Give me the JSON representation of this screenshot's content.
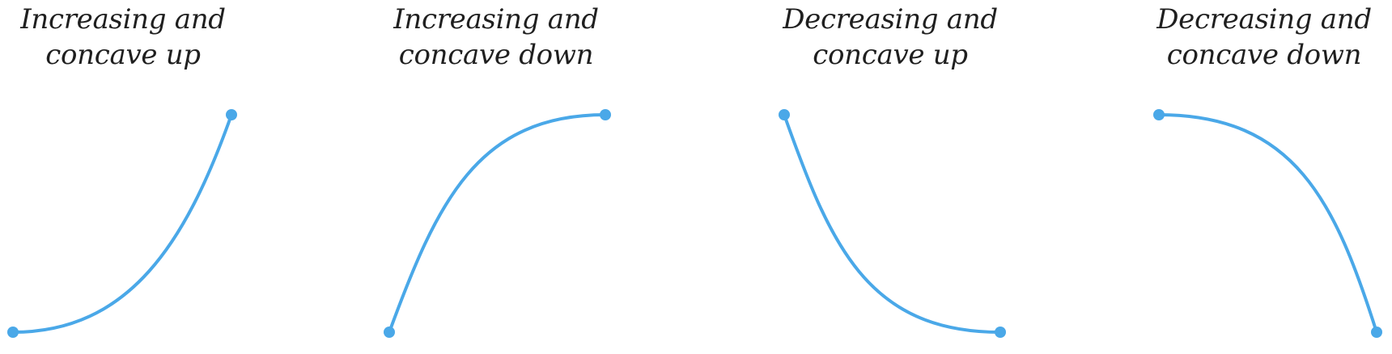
{
  "accent_color": "#4aa8e8",
  "panels": [
    {
      "title_line1": "Increasing and",
      "title_line2": "concave up"
    },
    {
      "title_line1": "Increasing and",
      "title_line2": "concave down"
    },
    {
      "title_line1": "Decreasing and",
      "title_line2": "concave up"
    },
    {
      "title_line1": "Decreasing and",
      "title_line2": "concave down"
    }
  ]
}
